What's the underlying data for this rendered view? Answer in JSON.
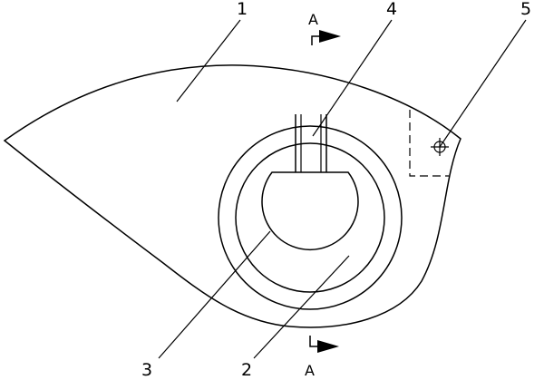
{
  "diagram": {
    "part_labels": {
      "p1": "1",
      "p2": "2",
      "p3": "3",
      "p4": "4",
      "p5": "5"
    },
    "section_labels": {
      "top": "A",
      "bottom": "A"
    },
    "line_color": "#000000",
    "background": "#ffffff"
  }
}
